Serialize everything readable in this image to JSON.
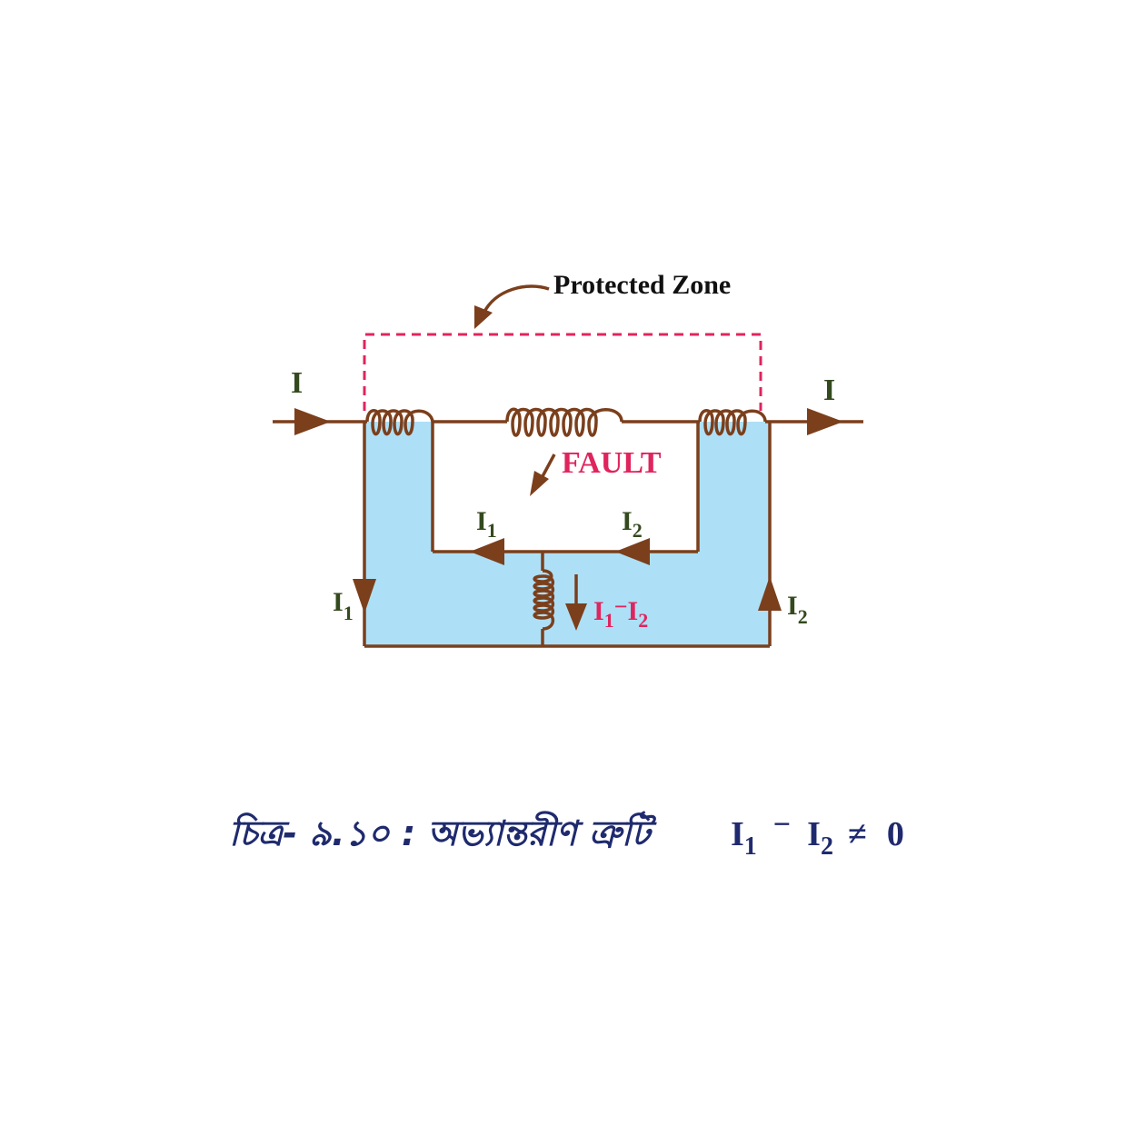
{
  "colors": {
    "wire": "#7b3f1c",
    "zone_border": "#e0245e",
    "relay_fill": "#ade0f6",
    "label_green": "#344a1e",
    "label_red": "#e0245e",
    "caption": "#1f2a6e"
  },
  "diagram": {
    "zone_label": "Protected Zone",
    "fault_label": "FAULT",
    "current_in": "I",
    "current_out": "I",
    "i1_top_main": "I",
    "i1_top_sub": "1",
    "i2_top_main": "I",
    "i2_top_sub": "2",
    "i1_left_main": "I",
    "i1_left_sub": "1",
    "i2_right_main": "I",
    "i2_right_sub": "2",
    "diff_i1_main": "I",
    "diff_i1_sub": "1",
    "diff_minus": "−",
    "diff_i2_main": "I",
    "diff_i2_sub": "2"
  },
  "caption": {
    "text_bn": "চিত্র- ৯.১০ : অভ্যান্তরীণ ত্রুটি",
    "eq_i1_main": "I",
    "eq_i1_sub": "1",
    "eq_minus": "−",
    "eq_i2_main": "I",
    "eq_i2_sub": "2",
    "eq_neq": "≠",
    "eq_zero": "0"
  }
}
